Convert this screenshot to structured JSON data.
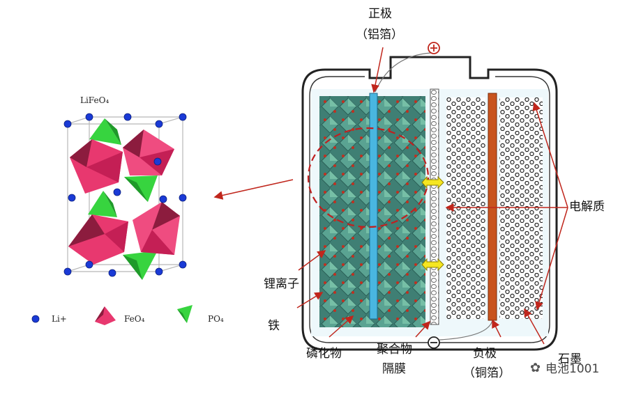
{
  "crystal": {
    "title": "LiFeO₄",
    "legend": {
      "li_label": "Li+",
      "feo4_label": "FeO₄",
      "po4_label": "PO₄"
    }
  },
  "battery": {
    "terminal_positive_symbol": "⊕",
    "terminal_negative_symbol": "⊖",
    "labels": {
      "positive_electrode_line1": "正极",
      "positive_electrode_line2": "（铝箔）",
      "electrolyte": "电解质",
      "lithium_ion": "锂离子",
      "iron": "铁",
      "phosphide": "磷化物",
      "polymer_separator_line1": "聚合物",
      "polymer_separator_line2": "隔膜",
      "negative_electrode_line1": "负极",
      "negative_electrode_line2": "（铜箔）",
      "graphite": "石墨"
    }
  },
  "watermark": {
    "text": "电池1001"
  },
  "colors": {
    "feo4_pink": "#d81b60",
    "po4_green": "#2fc93a",
    "li_blue": "#1a3ad6",
    "aluminum_foil": "#49b6e0",
    "copper_foil": "#c8541e",
    "pointer_red": "#c0261c",
    "dashed_circle": "#c02020"
  }
}
